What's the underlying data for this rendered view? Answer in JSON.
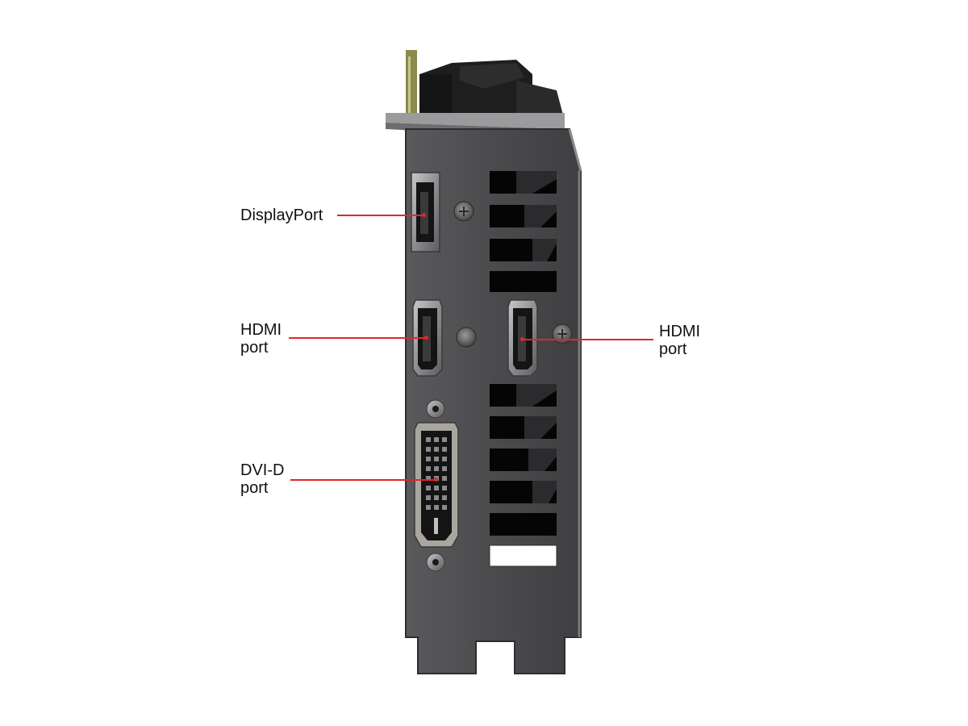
{
  "callouts": {
    "displayport": {
      "lines": [
        "DisplayPort"
      ],
      "accent": "#e2262b"
    },
    "hdmi_left": {
      "lines": [
        "HDMI",
        "port"
      ],
      "accent": "#e2262b"
    },
    "hdmi_right": {
      "lines": [
        "HDMI",
        "port"
      ],
      "accent": "#e2262b"
    },
    "dvi": {
      "lines": [
        "DVI-D",
        "port"
      ],
      "accent": "#e2262b"
    }
  },
  "colors": {
    "bracket": "#4d4d4f",
    "bracket_edge": "#8c8c8e",
    "port_frame": "#9a9a9c",
    "port_hole": "#141414",
    "vent": "#050505",
    "screw": "#6a6a6a",
    "pcb": "#8c8a4e"
  },
  "icons": [
    "displayport-connector-icon",
    "hdmi-connector-icon",
    "dvi-connector-icon",
    "screw-icon"
  ]
}
